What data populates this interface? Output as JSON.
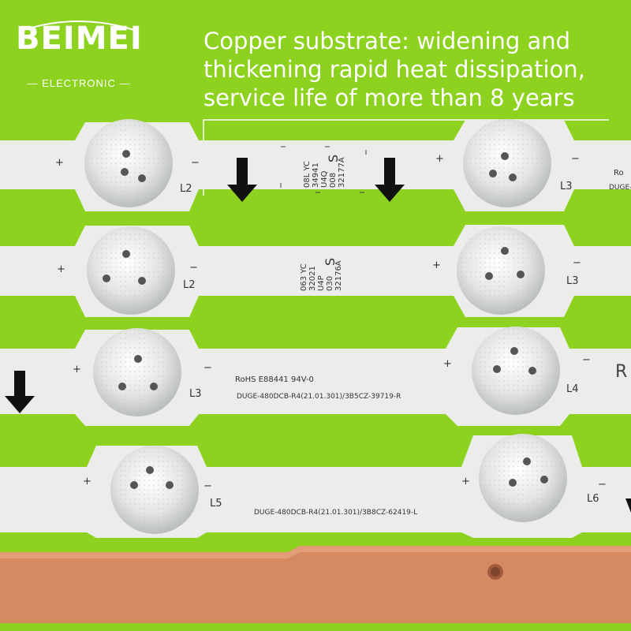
{
  "brand": {
    "name": "BEIMEI",
    "subtitle": "ELECTRONIC"
  },
  "headline": {
    "line1": "Copper substrate: widening and",
    "line2": "thickening rapid heat dissipation,",
    "line3": "service life of more than 8 years"
  },
  "strips": [
    {
      "leds": [
        {
          "label": "L2"
        },
        {
          "label": "L3"
        }
      ],
      "code_block": [
        "08L YC",
        "34941",
        "U4Q",
        "008",
        "32177A"
      ],
      "code_mark": "S",
      "partial": "Ro",
      "partial2": "DUGE-"
    },
    {
      "leds": [
        {
          "label": "L2"
        },
        {
          "label": "L3"
        }
      ],
      "code_block": [
        "063 YC",
        "32021",
        "U4P",
        "030",
        "32176A"
      ],
      "code_mark": "S"
    },
    {
      "leds": [
        {
          "label": "L3"
        },
        {
          "label": "L4"
        }
      ],
      "cert_text": "RoHS E88441 94V-0",
      "part_number": "DUGE-480DCB-R4(21.01.301)/3B5CZ-39719-R",
      "side_letter": "R"
    },
    {
      "leds": [
        {
          "label": "L5"
        },
        {
          "label": "L6"
        }
      ],
      "part_number": "DUGE-480DCB-R4(21.01.301)/3B8CZ-62419-L"
    }
  ],
  "polarity": {
    "plus": "+",
    "minus": "−"
  },
  "colors": {
    "background": "#8cd21e",
    "strip": "#ececea",
    "copper": "#d68a62",
    "text": "#ffffff"
  }
}
